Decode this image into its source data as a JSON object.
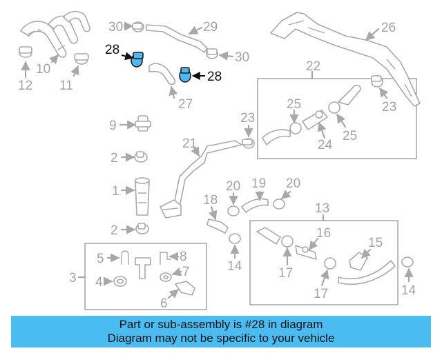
{
  "diagram": {
    "highlighted_part": "28",
    "highlight_color": "#4fb8ef",
    "callouts": {
      "c28a": "28",
      "c28b": "28",
      "c30a": "30",
      "c30b": "30",
      "c29": "29",
      "c10": "10",
      "c11": "11",
      "c12": "12",
      "c27": "27",
      "c26": "26",
      "c22": "22",
      "c23a": "23",
      "c23b": "23",
      "c25a": "25",
      "c25b": "25",
      "c24": "24",
      "c9": "9",
      "c2a": "2",
      "c2b": "2",
      "c1": "1",
      "c21": "21",
      "c20a": "20",
      "c20b": "20",
      "c19": "19",
      "c18": "18",
      "c14a": "14",
      "c14b": "14",
      "c13": "13",
      "c16": "16",
      "c15": "15",
      "c17a": "17",
      "c17b": "17",
      "c3": "3",
      "c5": "5",
      "c8": "8",
      "c4": "4",
      "c7": "7",
      "c6": "6"
    }
  },
  "banner": {
    "background": "#4bbcf2",
    "line1": "Part or sub-assembly is #28 in diagram",
    "line2": "Diagram may not be specific to your vehicle"
  }
}
